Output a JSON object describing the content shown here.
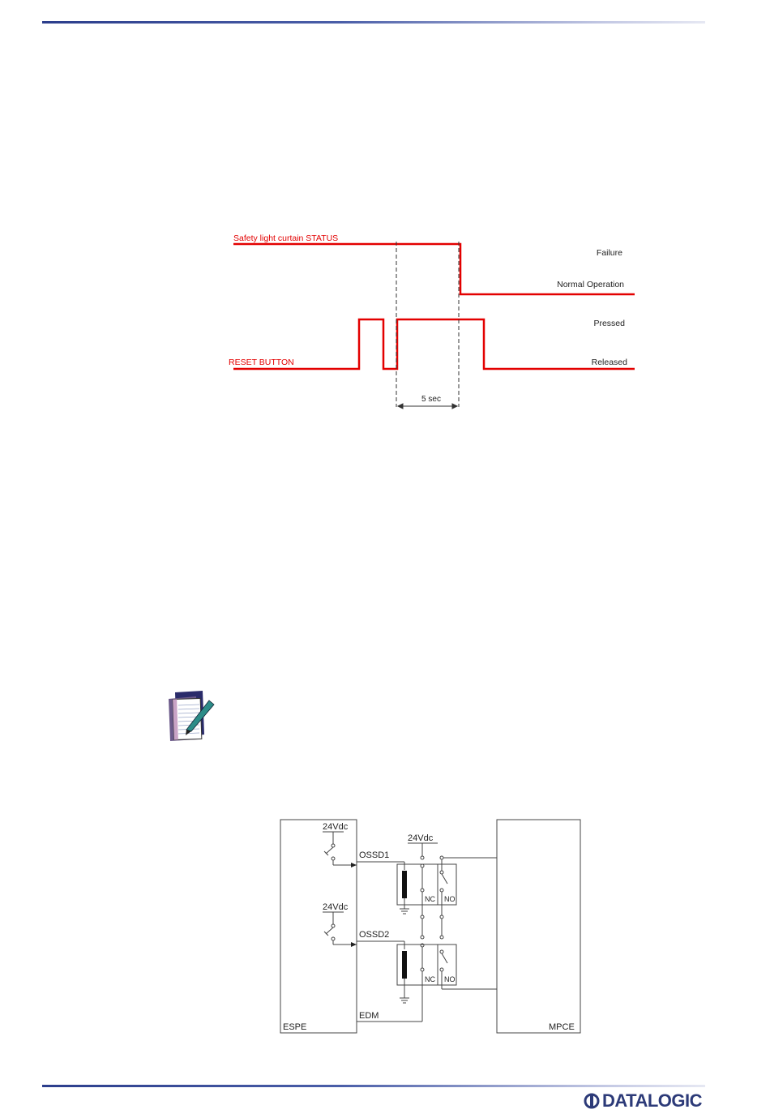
{
  "timing": {
    "status_label": "Safety light curtain STATUS",
    "reset_label": "RESET BUTTON",
    "failure": "Failure",
    "normal": "Normal Operation",
    "pressed": "Pressed",
    "released": "Released",
    "interval": "5 sec"
  },
  "wiring": {
    "supply1": "24Vdc",
    "supply2": "24Vdc",
    "supply3": "24Vdc",
    "ossd1": "OSSD1",
    "ossd2": "OSSD2",
    "edm": "EDM",
    "espe": "ESPE",
    "mpce": "MPCE",
    "nc1": "NC",
    "no1": "NO",
    "nc2": "NC",
    "no2": "NO"
  },
  "footer": {
    "brand": "DATALOGIC"
  },
  "colors": {
    "signal": "#e30000",
    "rule": "#2c3e8c",
    "brand": "#2c3a78"
  }
}
